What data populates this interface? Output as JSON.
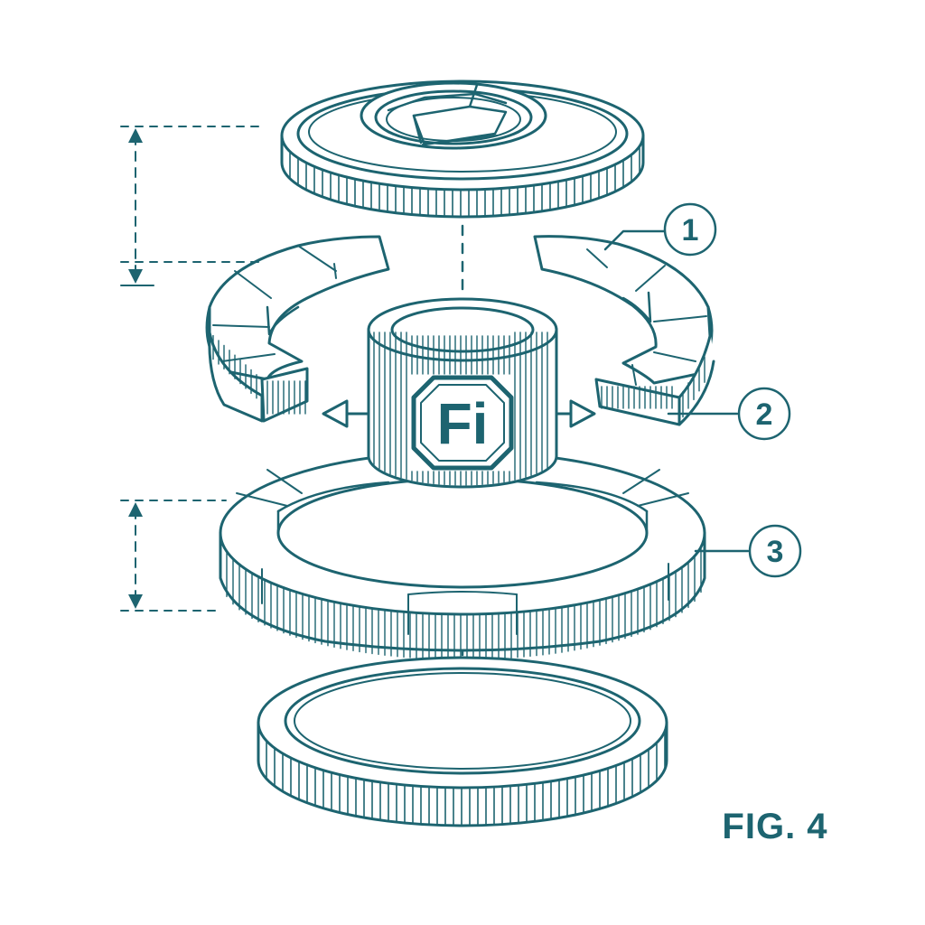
{
  "colors": {
    "ink": "#1d6470",
    "paper": "#ffffff"
  },
  "icons": {
    "center_badge": "fi-logo-octagon-icon",
    "left_arrow": "triangle-arrow-left-icon",
    "right_arrow": "triangle-arrow-right-icon",
    "dimension_arrow": "double-arrow-vertical-icon"
  },
  "badge": {
    "text": "Fi"
  },
  "callouts": [
    {
      "number": "1"
    },
    {
      "number": "2"
    },
    {
      "number": "3"
    }
  ],
  "caption": {
    "text": "FIG. 4"
  }
}
